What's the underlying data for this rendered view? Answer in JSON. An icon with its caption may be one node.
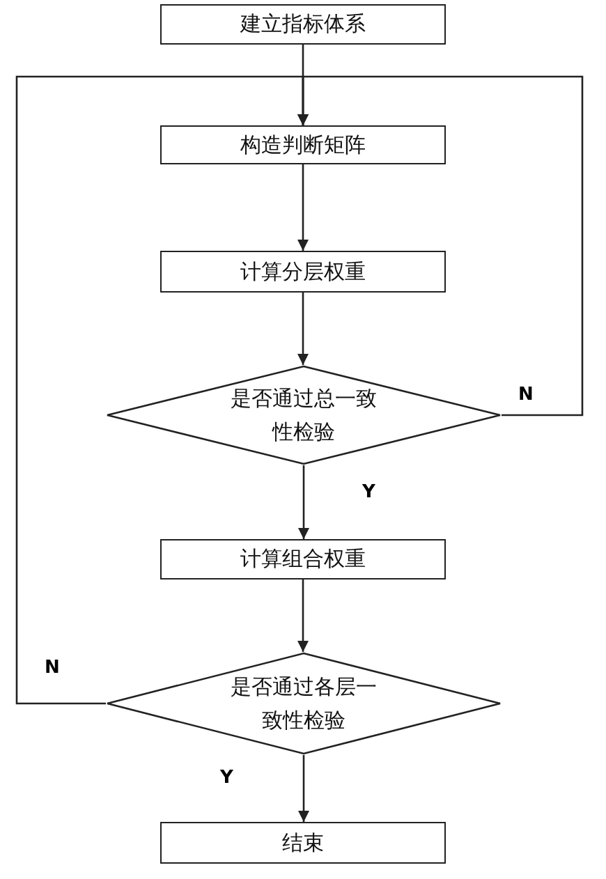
{
  "diagram": {
    "nodes": [
      {
        "text": [
          "建立指标体系"
        ]
      },
      {
        "text": [
          "构造判断矩阵"
        ]
      },
      {
        "text": [
          "计算分层权重"
        ]
      },
      {
        "text": [
          "是否通过总一致性检验"
        ]
      },
      {
        "text": [
          "计算组合权重"
        ]
      },
      {
        "text": [
          "是否通过各层一致性检验"
        ]
      },
      {
        "text": [
          "结束"
        ]
      }
    ],
    "edges": [
      {
        "from": 0,
        "to": 1,
        "arrow": "to"
      },
      {
        "from": 1,
        "to": 2,
        "arrow": "to"
      },
      {
        "from": 2,
        "to": 3,
        "arrow": "to"
      },
      {
        "from": 3,
        "to": 4,
        "arrow": "to",
        "label": "Y"
      },
      {
        "from": 3,
        "to": 1,
        "arrow": "to",
        "label": "N"
      },
      {
        "from": 4,
        "to": 5,
        "arrow": "to"
      },
      {
        "from": 5,
        "to": 1,
        "arrow": "to",
        "label": "N"
      },
      {
        "from": 5,
        "to": 6,
        "arrow": "to",
        "label": "Y"
      }
    ]
  }
}
